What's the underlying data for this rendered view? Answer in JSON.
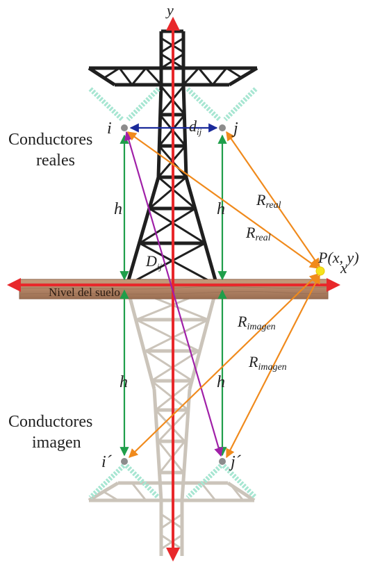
{
  "axes": {
    "x_label": "x",
    "y_label": "y"
  },
  "left_labels": {
    "real_line1": "Conductores",
    "real_line2": "reales",
    "image_line1": "Conductores",
    "image_line2": "imagen"
  },
  "ground": {
    "label": "Nivel del suelo"
  },
  "conductors": {
    "i": "i",
    "j": "j",
    "i_image": "i´",
    "j_image": "j´"
  },
  "distances": {
    "d_main": "d",
    "d_sub": "ij",
    "D_main": "D",
    "D_sub": "ij´",
    "h": "h"
  },
  "point": {
    "label": "P(x, y)"
  },
  "radii": {
    "real_main": "R",
    "real_sub": "real",
    "image_main": "R",
    "image_sub": "imagen"
  },
  "colors": {
    "axis": "#e8282b",
    "tower_real": "#1f1f1f",
    "tower_image": "#c9c2b8",
    "insulator": "#9fe3cc",
    "height_arrow": "#1f9e4a",
    "d_arrow": "#1a2a9a",
    "D_arrow": "#a020a8",
    "R_arrow": "#f08a1c",
    "ground": "#b78a6a",
    "point": "#f5e21c"
  }
}
